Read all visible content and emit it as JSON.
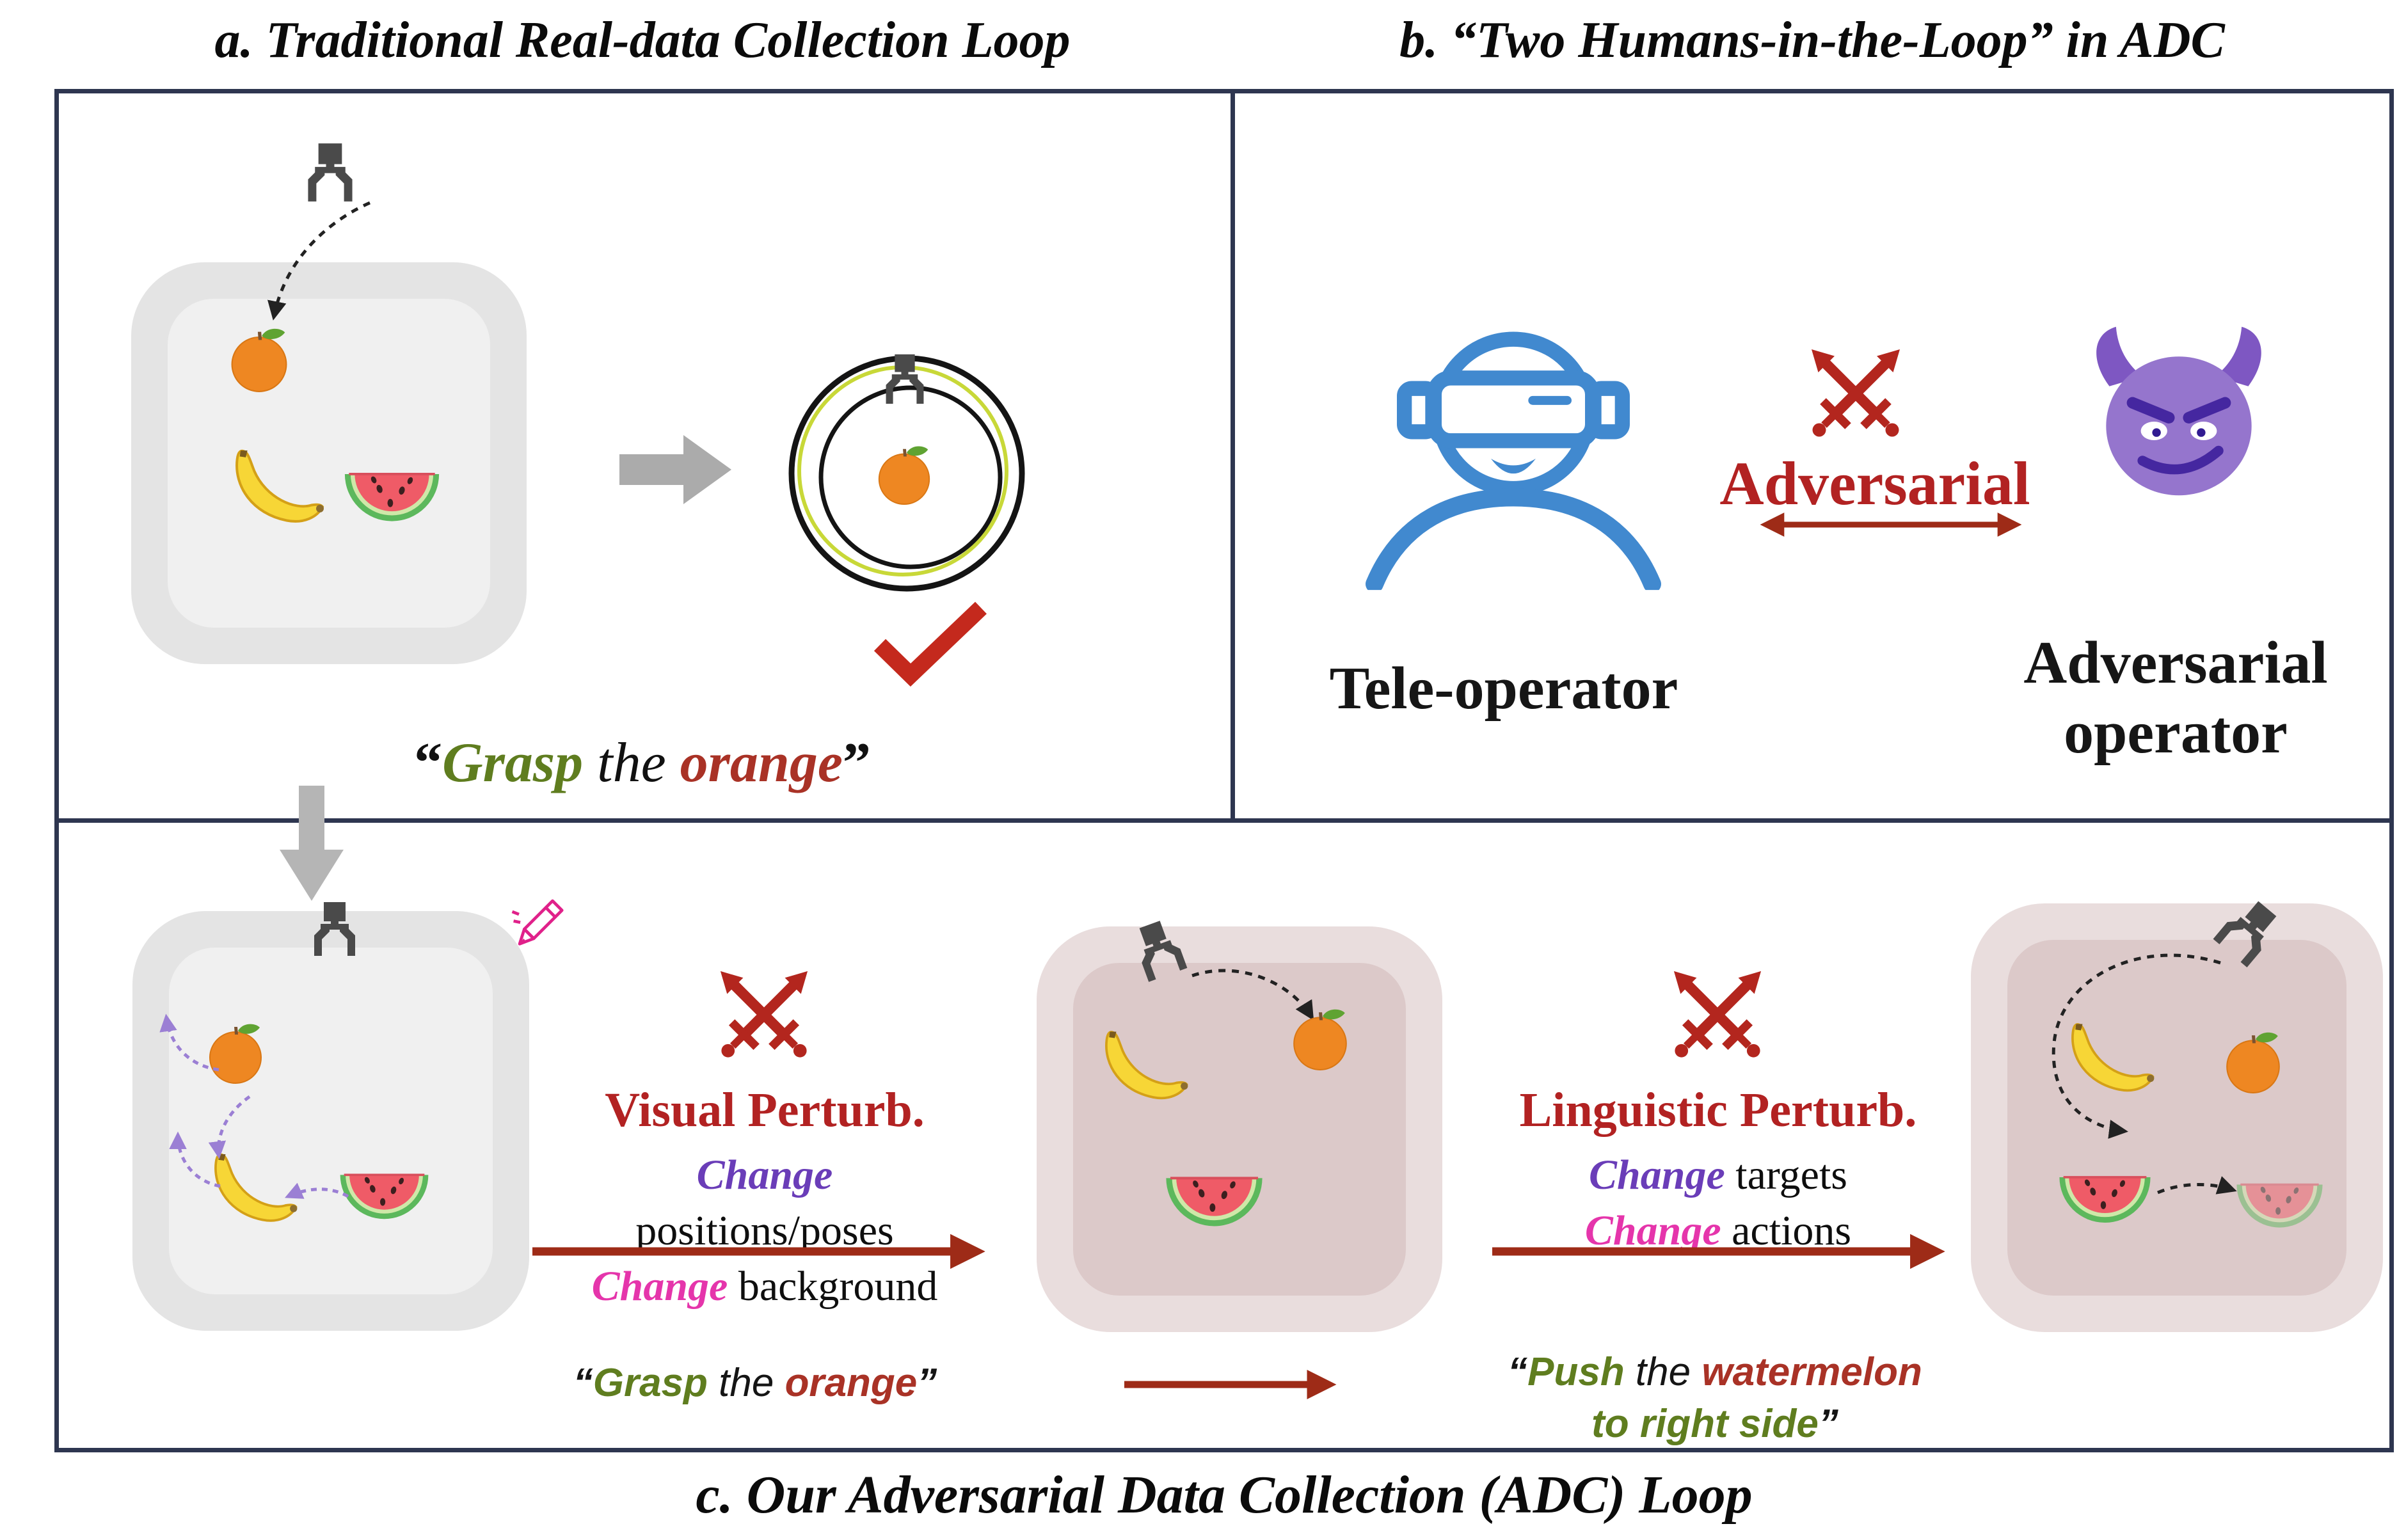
{
  "titles": {
    "a": "a. Traditional Real-data Collection Loop",
    "b": "b. “Two Humans-in-the-Loop” in ADC",
    "c": "c. Our Adversarial Data Collection (ADC) Loop"
  },
  "panel_a": {
    "instruction": {
      "open_quote": "“",
      "verb": "Grasp",
      "middle": " the ",
      "object": "orange",
      "close_quote": "”"
    }
  },
  "panel_b": {
    "teleoperator_label": "Tele-operator",
    "adversarial_label": "Adversarial",
    "adversarial_operator_line1": "Adversarial",
    "adversarial_operator_line2": "operator"
  },
  "panel_c": {
    "visual_perturb": {
      "title": "Visual Perturb.",
      "line1_em": "Change",
      "line1_rest": " positions/poses",
      "line2_em": "Change",
      "line2_rest": " background"
    },
    "linguistic_perturb": {
      "title": "Linguistic Perturb.",
      "line1_em": "Change",
      "line1_rest": " targets",
      "line2_em": "Change",
      "line2_rest": " actions"
    },
    "instruction_original": {
      "open_quote": "“",
      "verb": "Grasp",
      "middle": " the ",
      "object": "orange",
      "close_quote": "”"
    },
    "instruction_perturbed": {
      "open_quote": "“",
      "verb": "Push",
      "middle": " the ",
      "object": "watermelon",
      "line2": "to right side",
      "close_quote": "”"
    }
  },
  "icons": {
    "gripper": "robot-gripper-icon",
    "orange": "orange-fruit-icon",
    "banana": "banana-icon",
    "watermelon": "watermelon-slice-icon",
    "swords": "crossed-swords-icon",
    "devil": "devil-face-icon",
    "vr_person": "vr-teleoperator-icon",
    "pencil": "pencil-edit-icon",
    "checkmark": "success-checkmark-icon"
  },
  "colors": {
    "panel_border": "#2e3650",
    "accent_red": "#b22222",
    "arrow_red": "#9e2b17",
    "verb_green": "#5f7d1f",
    "object_red": "#a93226",
    "change_purple": "#6a3db8",
    "change_magenta": "#e535ab",
    "teleoperator_blue": "#4189cf",
    "devil_purple": "#9575cd",
    "bin_gray": "#e4e4e4",
    "bin_mauve": "#dcc9c9"
  }
}
